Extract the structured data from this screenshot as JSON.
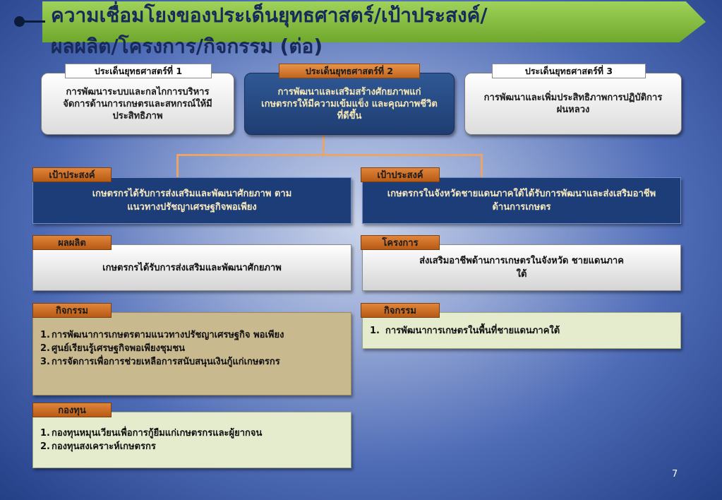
{
  "title": "ความเชื่อมโยงของประเด็นยุทธศาสตร์/เป้าประสงค์/\nผลผลิต/โครงการ/กิจกรรม (ต่อ)",
  "strategies": [
    {
      "label": "ประเด็นยุทธศาสตร์ที่ 1",
      "text": "การพัฒนาระบบและกลไกการบริหารจัดการด้านการเกษตรและสหกรณ์ให้มีประสิทธิภาพ"
    },
    {
      "label": "ประเด็นยุทธศาสตร์ที่ 2",
      "text": "การพัฒนาและเสริมสร้างศักยภาพแก่เกษตรกรให้มีความเข้มแข็ง และคุณภาพชีวิตที่ดีขึ้น"
    },
    {
      "label": "ประเด็นยุทธศาสตร์ที่ 3",
      "text": "การพัฒนาและเพิ่มประสิทธิภาพการปฏิบัติการฝนหลวง"
    }
  ],
  "left": {
    "goal_tab": "เป้าประสงค์",
    "goal_text": "เกษตรกรได้รับการส่งเสริมและพัฒนาศักยภาพ ตามแนวทางปรัชญาเศรษฐกิจพอเพียง",
    "output_tab": "ผลผลิต",
    "output_text": "เกษตรกรได้รับการส่งเสริมและพัฒนาศักยภาพ",
    "activity_tab": "กิจกรรม",
    "activities": [
      {
        "num": "1.",
        "text": "การพัฒนาการเกษตรตามแนวทางปรัชญาเศรษฐกิจ พอเพียง"
      },
      {
        "num": "2.",
        "text": "ศูนย์เรียนรู้เศรษฐกิจพอเพียงชุมชน"
      },
      {
        "num": "3.",
        "text": "การจัดการเพื่อการช่วยเหลือการสนับสนุนเงินกู้แก่เกษตรกร"
      }
    ],
    "fund_tab": "กองทุน",
    "funds": [
      {
        "num": "1.",
        "text": "กองทุนหมุนเวียนเพื่อการกู้ยืมแก่เกษตรกรและผู้ยากจน"
      },
      {
        "num": "2.",
        "text": "กองทุนสงเคราะห์เกษตรกร"
      }
    ]
  },
  "right": {
    "goal_tab": "เป้าประสงค์",
    "goal_text": "เกษตรกรในจังหวัดชายแดนภาคใต้ได้รับการพัฒนาและส่งเสริมอาชีพด้านการเกษตร",
    "project_tab": "โครงการ",
    "project_text": "ส่งเสริมอาชีพด้านการเกษตรในจังหวัด ชายแดนภาคใต้",
    "activity_tab": "กิจกรรม",
    "activities": [
      {
        "num": "1.",
        "text": "การพัฒนาการเกษตรในพื้นที่ชายแดนภาคใต้"
      }
    ]
  },
  "page_number": "7",
  "colors": {
    "title_bar": "#8cc63f",
    "title_text": "#182a5a",
    "tab_orange": "#d0742a",
    "box_blue": "#1d3d78",
    "box_blue_text": "#f7e9bd",
    "box_tan": "#c8b98e",
    "box_green": "#e4eccd"
  }
}
